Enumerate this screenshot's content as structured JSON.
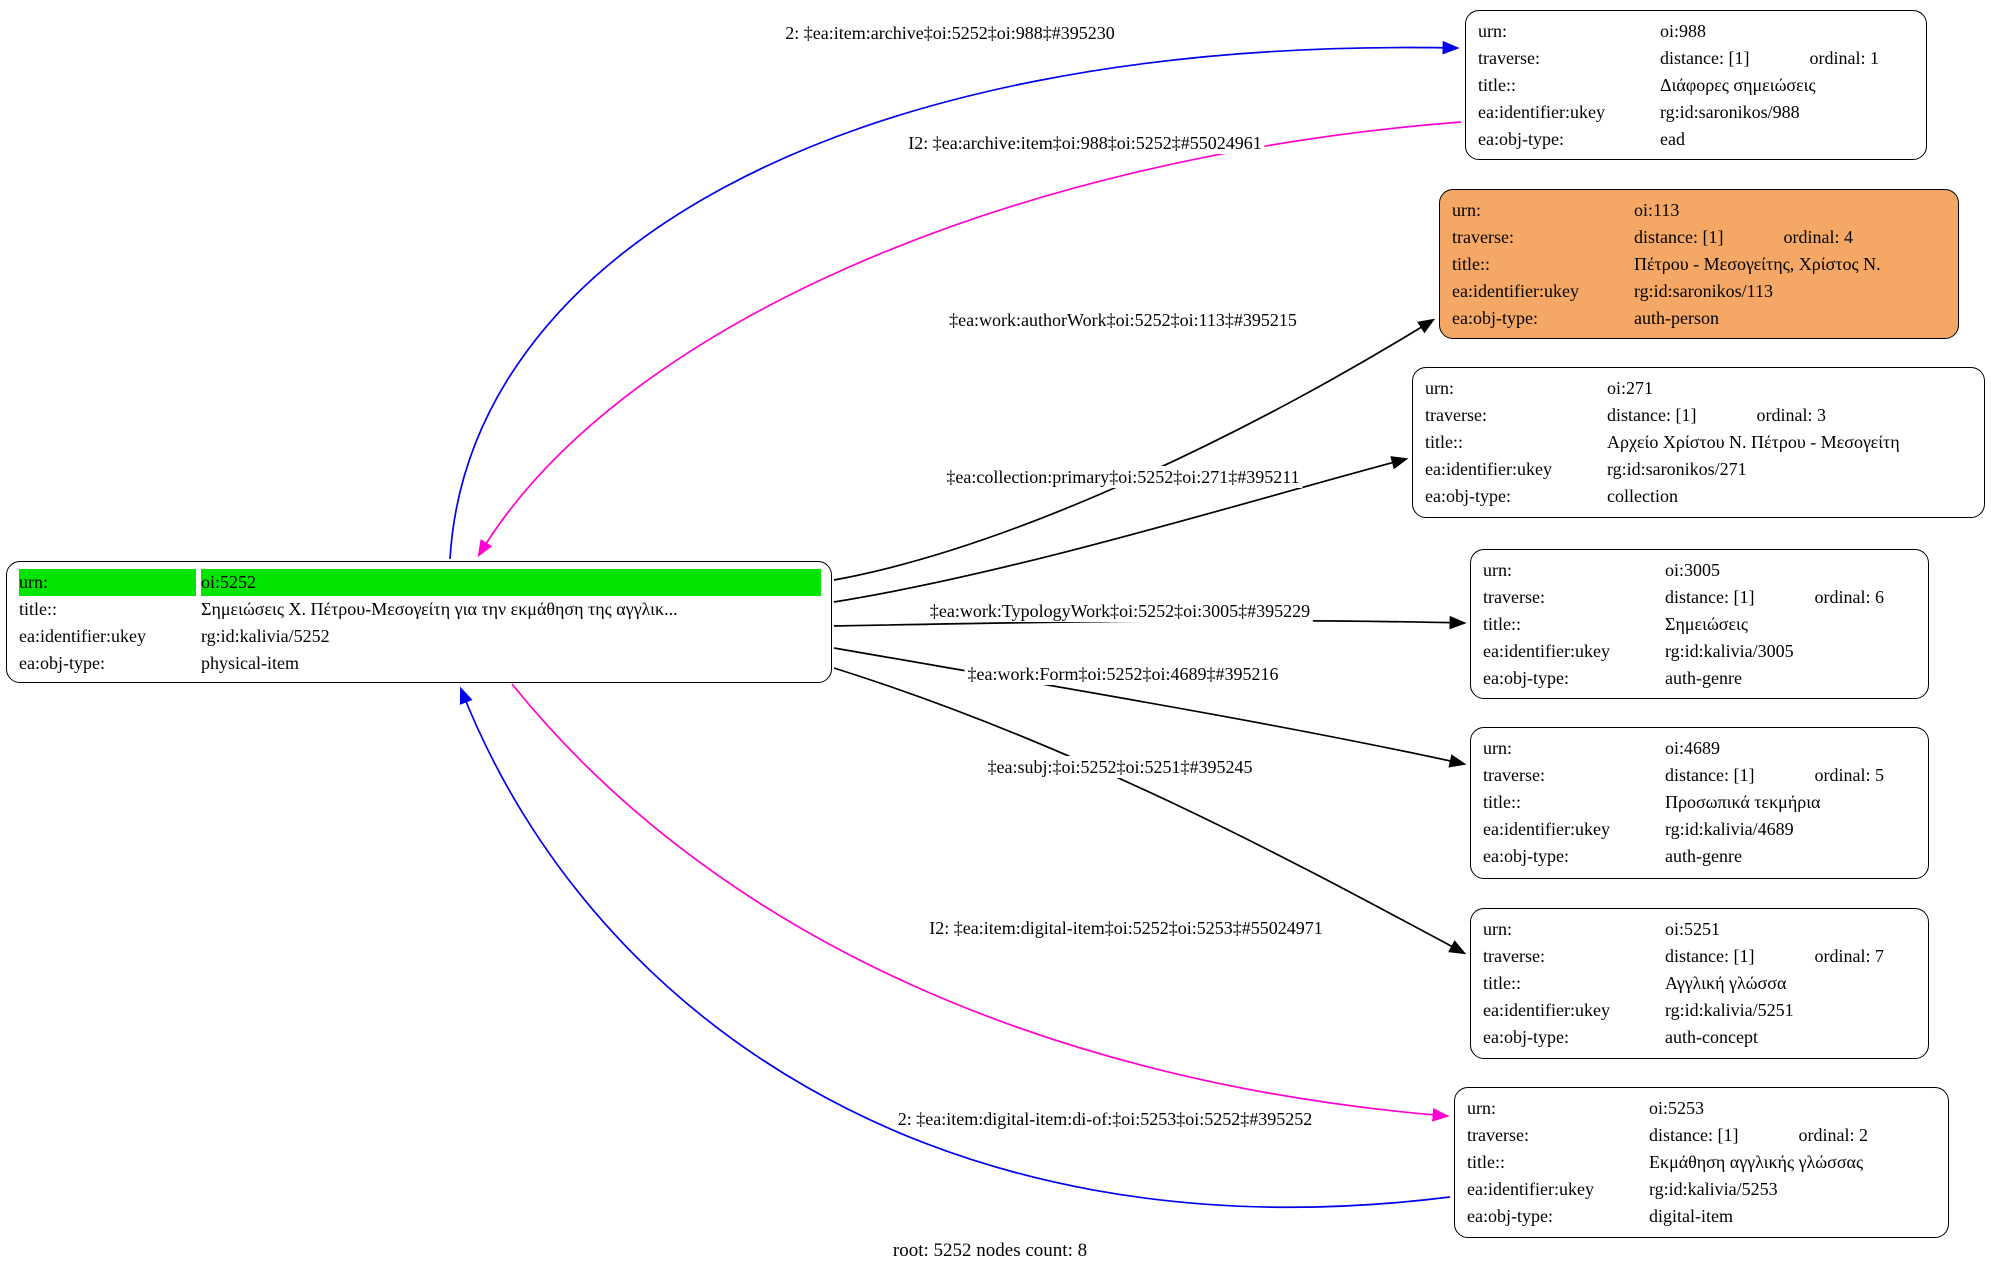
{
  "caption": "root: 5252 nodes count: 8",
  "labels": {
    "urn": "urn:",
    "traverse": "traverse:",
    "title": "title::",
    "ukey": "ea:identifier:ukey",
    "objtype": "ea:obj-type:"
  },
  "colors": {
    "root_highlight": "#00e400",
    "person_fill": "#f5a865",
    "edge_blue": "#0000ee",
    "edge_magenta": "#ff00d0",
    "edge_black": "#000000",
    "node_border": "#000000"
  },
  "root": {
    "urn": "oi:5252",
    "title": "Σημειώσεις Χ. Πέτρου-Μεσογείτη για την εκμάθηση της αγγλικ...",
    "ukey": "rg:id:kalivia/5252",
    "objtype": "physical-item"
  },
  "nodes": [
    {
      "urn": "oi:988",
      "distance": "distance: [1]",
      "ordinal": "ordinal: 1",
      "title": "Διάφορες σημειώσεις",
      "ukey": "rg:id:saronikos/988",
      "objtype": "ead"
    },
    {
      "urn": "oi:113",
      "distance": "distance: [1]",
      "ordinal": "ordinal: 4",
      "title": "Πέτρου - Μεσογείτης, Χρίστος Ν.",
      "ukey": "rg:id:saronikos/113",
      "objtype": "auth-person"
    },
    {
      "urn": "oi:271",
      "distance": "distance: [1]",
      "ordinal": "ordinal: 3",
      "title": "Αρχείο Χρίστου Ν. Πέτρου - Μεσογείτη",
      "ukey": "rg:id:saronikos/271",
      "objtype": "collection"
    },
    {
      "urn": "oi:3005",
      "distance": "distance: [1]",
      "ordinal": "ordinal: 6",
      "title": "Σημειώσεις",
      "ukey": "rg:id:kalivia/3005",
      "objtype": "auth-genre"
    },
    {
      "urn": "oi:4689",
      "distance": "distance: [1]",
      "ordinal": "ordinal: 5",
      "title": "Προσωπικά τεκμήρια",
      "ukey": "rg:id:kalivia/4689",
      "objtype": "auth-genre"
    },
    {
      "urn": "oi:5251",
      "distance": "distance: [1]",
      "ordinal": "ordinal: 7",
      "title": "Αγγλική γλώσσα",
      "ukey": "rg:id:kalivia/5251",
      "objtype": "auth-concept"
    },
    {
      "urn": "oi:5253",
      "distance": "distance: [1]",
      "ordinal": "ordinal: 2",
      "title": "Εκμάθηση αγγλικής γλώσσας",
      "ukey": "rg:id:kalivia/5253",
      "objtype": "digital-item"
    }
  ],
  "edges": [
    {
      "label": "2: ‡ea:item:archive‡oi:5252‡oi:988‡#395230"
    },
    {
      "label": "I2: ‡ea:archive:item‡oi:988‡oi:5252‡#55024961"
    },
    {
      "label": "‡ea:work:authorWork‡oi:5252‡oi:113‡#395215"
    },
    {
      "label": "‡ea:collection:primary‡oi:5252‡oi:271‡#395211"
    },
    {
      "label": "‡ea:work:TypologyWork‡oi:5252‡oi:3005‡#395229"
    },
    {
      "label": "‡ea:work:Form‡oi:5252‡oi:4689‡#395216"
    },
    {
      "label": "‡ea:subj:‡oi:5252‡oi:5251‡#395245"
    },
    {
      "label": "I2: ‡ea:item:digital-item‡oi:5252‡oi:5253‡#55024971"
    },
    {
      "label": "2: ‡ea:item:digital-item:di-of:‡oi:5253‡oi:5252‡#395252"
    }
  ]
}
